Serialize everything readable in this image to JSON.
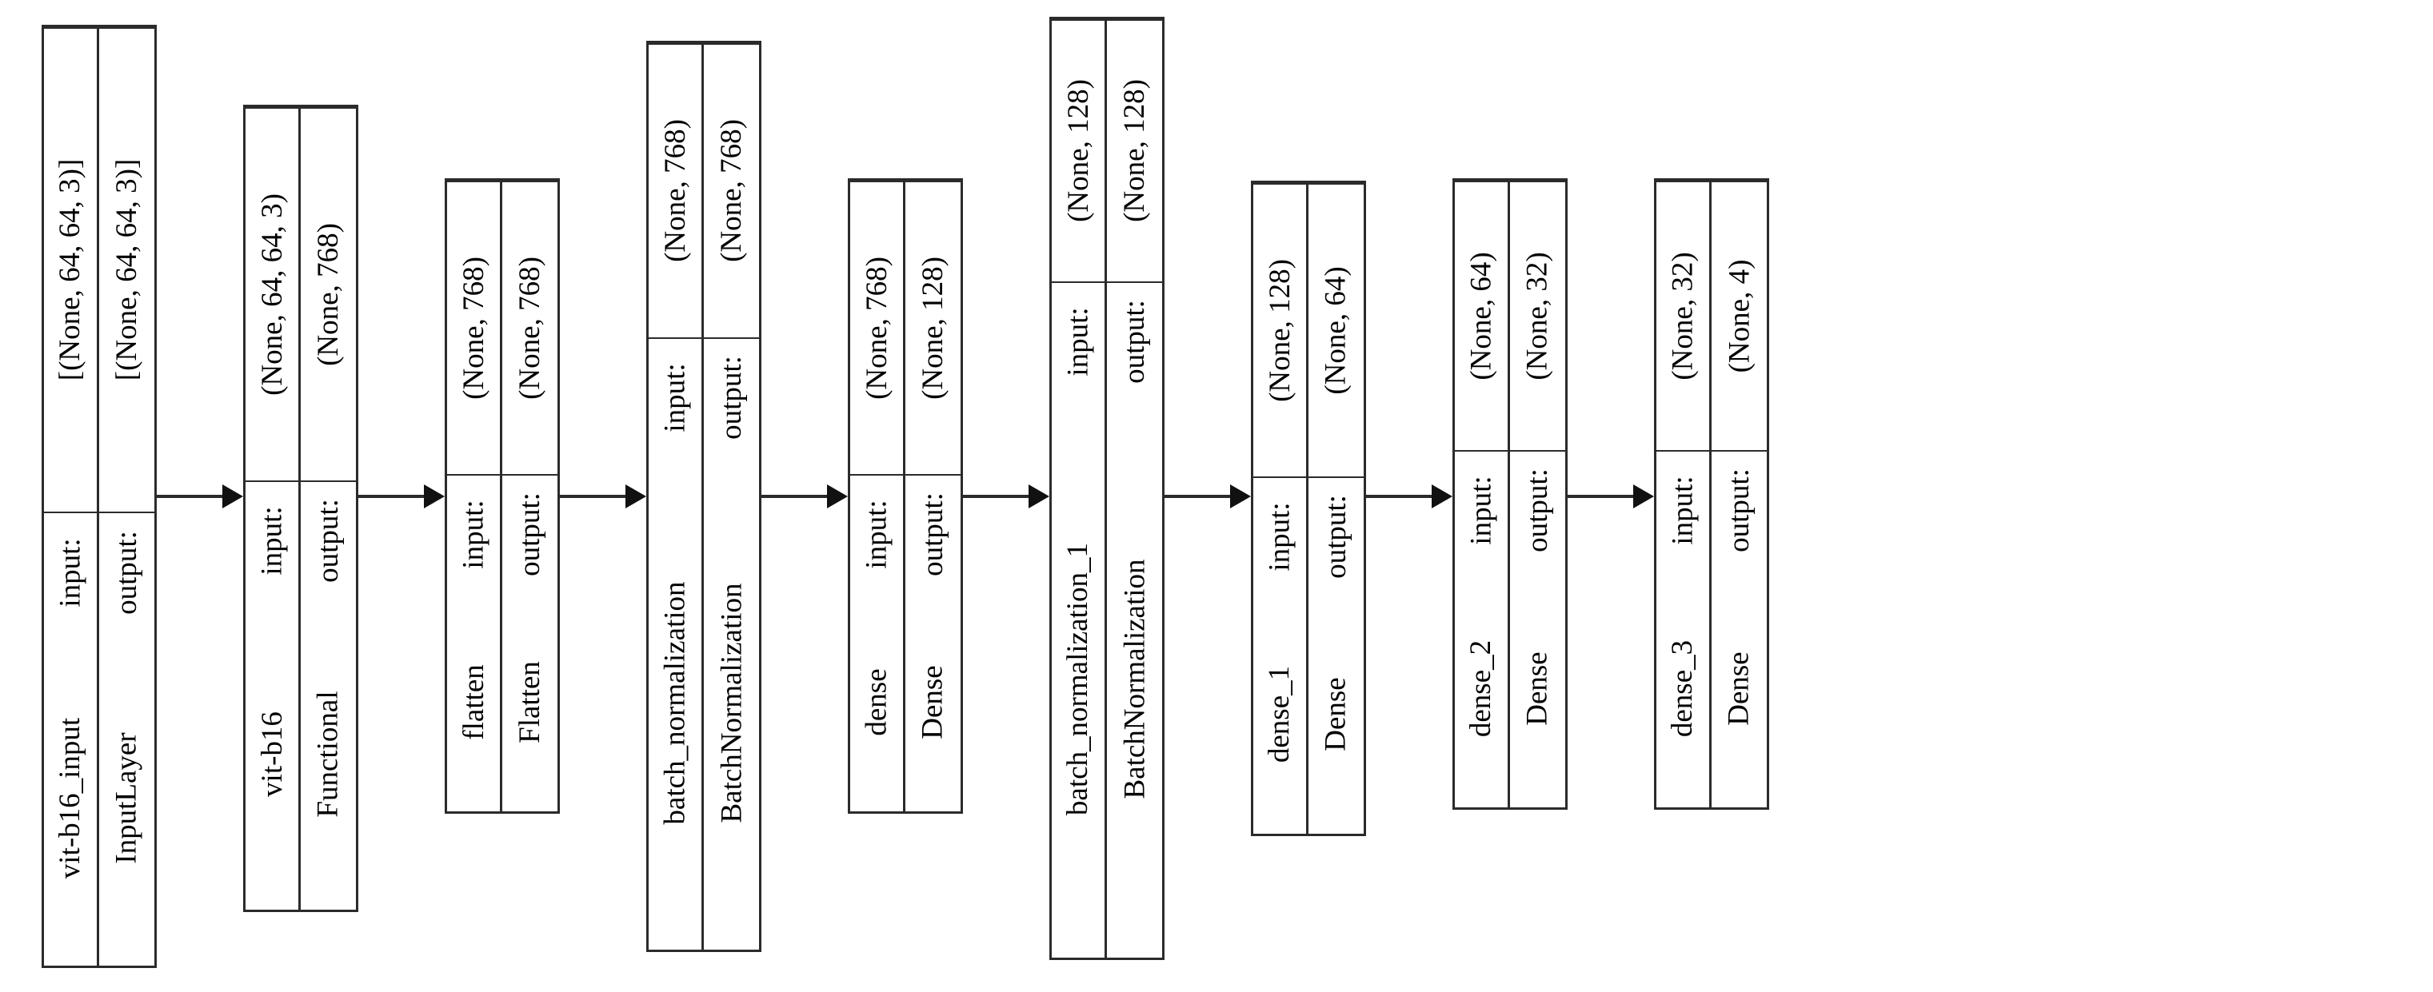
{
  "diagram": {
    "type": "keras-model-plot",
    "orientation": "rotated-90-ccw",
    "row_labels": {
      "input": "input:",
      "output": "output:"
    },
    "arrow_glyph": "arrow-right",
    "colors": {
      "border": "#2b2b2b",
      "background": "#ffffff",
      "text": "#000000"
    },
    "nodes": [
      {
        "name": "vit-b16_input",
        "class_name": "InputLayer",
        "input_label": "input:",
        "output_label": "output:",
        "input_shape": "[(None, 64, 64, 3)]",
        "output_shape": "[(None, 64, 64, 3)]"
      },
      {
        "name": "vit-b16",
        "class_name": "Functional",
        "input_label": "input:",
        "output_label": "output:",
        "input_shape": "(None, 64, 64, 3)",
        "output_shape": "(None, 768)"
      },
      {
        "name": "flatten",
        "class_name": "Flatten",
        "input_label": "input:",
        "output_label": "output:",
        "input_shape": "(None, 768)",
        "output_shape": "(None, 768)"
      },
      {
        "name": "batch_normalization",
        "class_name": "BatchNormalization",
        "input_label": "input:",
        "output_label": "output:",
        "input_shape": "(None, 768)",
        "output_shape": "(None, 768)"
      },
      {
        "name": "dense",
        "class_name": "Dense",
        "input_label": "input:",
        "output_label": "output:",
        "input_shape": "(None, 768)",
        "output_shape": "(None, 128)"
      },
      {
        "name": "batch_normalization_1",
        "class_name": "BatchNormalization",
        "input_label": "input:",
        "output_label": "output:",
        "input_shape": "(None, 128)",
        "output_shape": "(None, 128)"
      },
      {
        "name": "dense_1",
        "class_name": "Dense",
        "input_label": "input:",
        "output_label": "output:",
        "input_shape": "(None, 128)",
        "output_shape": "(None, 64)"
      },
      {
        "name": "dense_2",
        "class_name": "Dense",
        "input_label": "input:",
        "output_label": "output:",
        "input_shape": "(None, 64)",
        "output_shape": "(None, 32)"
      },
      {
        "name": "dense_3",
        "class_name": "Dense",
        "input_label": "input:",
        "output_label": "output:",
        "input_shape": "(None, 32)",
        "output_shape": "(None, 4)"
      }
    ]
  }
}
